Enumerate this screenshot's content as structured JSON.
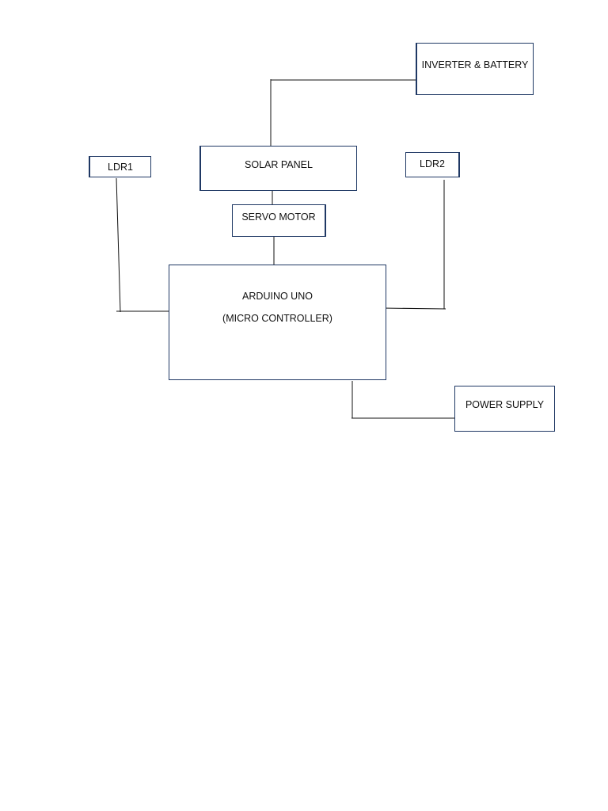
{
  "diagram": {
    "blocks": {
      "inverter": {
        "label": "INVERTER & BATTERY"
      },
      "solar_panel": {
        "label": "SOLAR PANEL"
      },
      "ldr1": {
        "label": "LDR1"
      },
      "ldr2": {
        "label": "LDR2"
      },
      "servo_motor": {
        "label": "SERVO MOTOR"
      },
      "arduino": {
        "line1": "ARDUINO UNO",
        "line2": "(MICRO CONTROLLER)"
      },
      "power_supply": {
        "label": "POWER SUPPLY"
      }
    },
    "connections": [
      {
        "from": "solar_panel",
        "to": "inverter"
      },
      {
        "from": "solar_panel",
        "to": "servo_motor"
      },
      {
        "from": "servo_motor",
        "to": "arduino"
      },
      {
        "from": "ldr1",
        "to": "arduino"
      },
      {
        "from": "ldr2",
        "to": "arduino"
      },
      {
        "from": "arduino",
        "to": "power_supply"
      }
    ],
    "colors": {
      "block_border": "#1f3864",
      "wire": "#111111",
      "text": "#111111",
      "background": "#ffffff"
    }
  }
}
